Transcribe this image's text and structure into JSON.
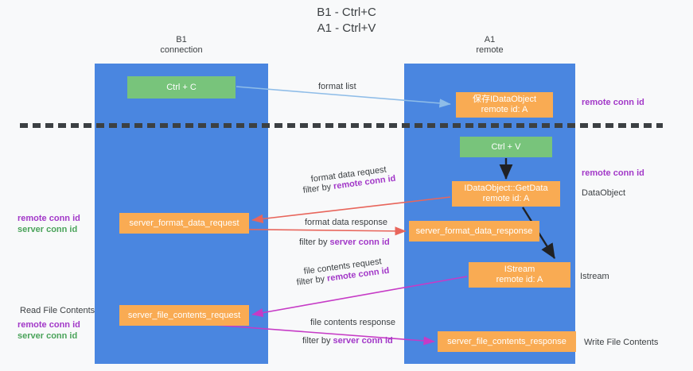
{
  "title": {
    "line1": "B1 - Ctrl+C",
    "line2": "A1 - Ctrl+V"
  },
  "columns": {
    "left": {
      "name": "B1",
      "sub": "connection"
    },
    "right": {
      "name": "A1",
      "sub": "remote"
    }
  },
  "nodes": {
    "ctrl_c": "Ctrl + C",
    "ctrl_v": "Ctrl + V",
    "idataobject_l1": "保存IDataObject",
    "idataobject_l2": "remote id: A",
    "getdata_l1": "IDataObject::GetData",
    "getdata_l2": "remote id: A",
    "istream_l1": "IStream",
    "istream_l2": "remote id: A",
    "server_format_data_request": "server_format_data_request",
    "server_format_data_response": "server_format_data_response",
    "server_file_contents_request": "server_file_contents_request",
    "server_file_contents_response": "server_file_contents_response"
  },
  "edge_labels": {
    "format_list": "format list",
    "format_data_request": "format data request",
    "filter_by": "filter by",
    "remote_conn_id": "remote conn id",
    "server_conn_id": "server conn id",
    "format_data_response": "format data response",
    "file_contents_request": "file contents request",
    "file_contents_response": "file contents response"
  },
  "side_labels": {
    "remote_conn_id": "remote conn id",
    "server_conn_id": "server conn id",
    "dataobject": "DataObject",
    "istream": "Istream",
    "read_file_contents": "Read File Contents",
    "write_file_contents": "Write File Contents"
  },
  "colors": {
    "column": "#4a86e0",
    "green_node": "#78c47b",
    "orange_node": "#f9ab53",
    "purple_text": "#a238c8",
    "green_text": "#4aa35a",
    "red_arrow": "#e8665c",
    "magenta_arrow": "#c63bc6",
    "blue_arrow": "#8fbde8",
    "black_arrow": "#202124",
    "background": "#f8f9fa"
  }
}
